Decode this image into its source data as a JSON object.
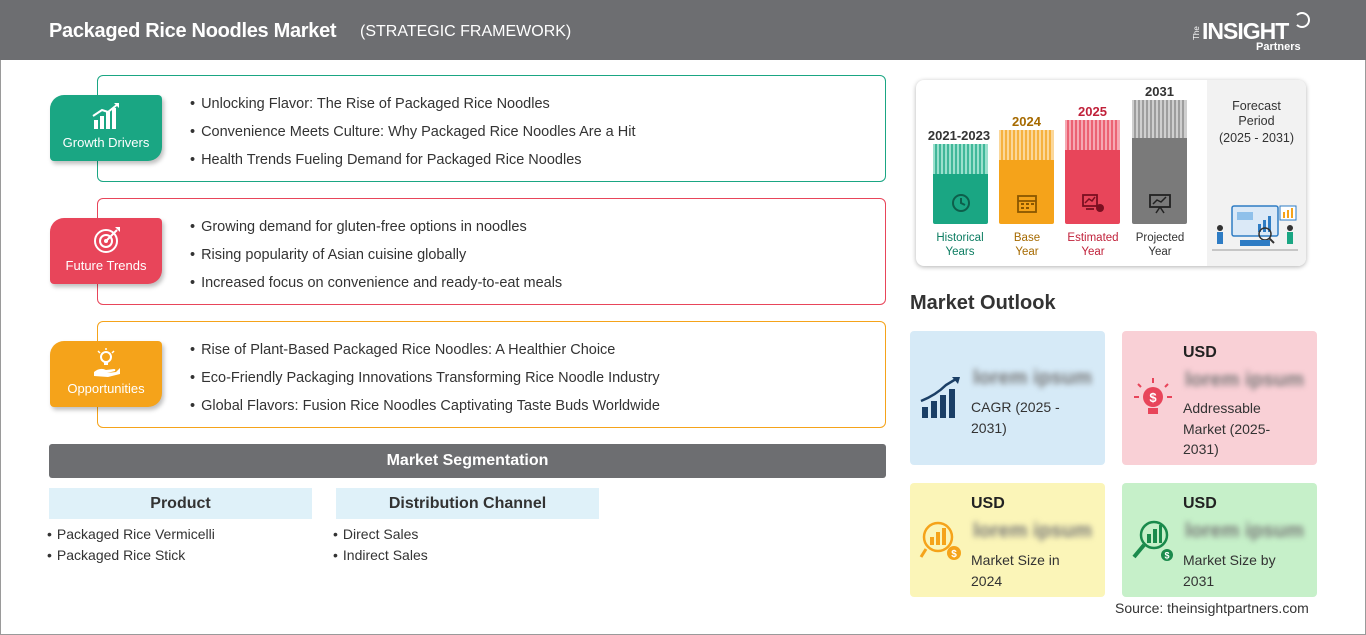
{
  "header": {
    "title": "Packaged Rice Noodles Market",
    "subtitle": "(STRATEGIC FRAMEWORK)",
    "logo_the": "The",
    "logo_insight": "INSIGHT",
    "logo_partners": "Partners"
  },
  "sections": [
    {
      "label": "Growth Drivers",
      "icon": "growth-chart-icon",
      "color": "#1aa683",
      "items": [
        "Unlocking Flavor: The Rise of Packaged Rice Noodles",
        "Convenience Meets Culture: Why Packaged Rice Noodles Are a Hit",
        "Health Trends Fueling Demand for Packaged Rice Noodles"
      ]
    },
    {
      "label": "Future Trends",
      "icon": "target-icon",
      "color": "#e8455a",
      "items": [
        "Growing demand for gluten-free options in noodles",
        "Rising popularity of Asian cuisine globally",
        "Increased focus on convenience and ready-to-eat meals"
      ]
    },
    {
      "label": "Opportunities",
      "icon": "lightbulb-hand-icon",
      "color": "#f5a31a",
      "items": [
        "Rise of Plant-Based Packaged Rice Noodles: A Healthier Choice",
        "Eco-Friendly Packaging Innovations Transforming Rice Noodle Industry",
        "Global Flavors: Fusion Rice Noodles Captivating Taste Buds Worldwide"
      ]
    }
  ],
  "segmentation": {
    "title": "Market Segmentation",
    "columns": [
      {
        "heading": "Product",
        "items": [
          "Packaged Rice Vermicelli",
          "Packaged Rice Stick"
        ]
      },
      {
        "heading": "Distribution Channel",
        "items": [
          "Direct Sales",
          "Indirect Sales"
        ]
      }
    ]
  },
  "timeline": {
    "bars": [
      {
        "year": "2021-2023",
        "label_line1": "Historical",
        "label_line2": "Years",
        "color": "#1aa683",
        "year_color": "#1aa683"
      },
      {
        "year": "2024",
        "label_line1": "Base",
        "label_line2": "Year",
        "color": "#f5a31a",
        "year_color": "#b07000"
      },
      {
        "year": "2025",
        "label_line1": "Estimated",
        "label_line2": "Year",
        "color": "#e8455a",
        "year_color": "#c0213a"
      },
      {
        "year": "2031",
        "label_line1": "Projected",
        "label_line2": "Year",
        "color": "#7a7a7a",
        "year_color": "#333333"
      }
    ],
    "forecast_line1": "Forecast",
    "forecast_line2": "Period",
    "forecast_line3": "(2025 - 2031)"
  },
  "outlook": {
    "title": "Market Outlook",
    "cards": [
      {
        "usd": "",
        "value": "lorem ipsum",
        "desc_line1": "CAGR (2025 -",
        "desc_line2": "2031)",
        "desc_line3": "",
        "color": "#d6eaf7",
        "icon": "bar-growth-icon"
      },
      {
        "usd": "USD",
        "value": "lorem ipsum",
        "desc_line1": "Addressable",
        "desc_line2": "Market (2025-",
        "desc_line3": "2031)",
        "color": "#f9d0d6",
        "icon": "dollar-bulb-icon"
      },
      {
        "usd": "USD",
        "value": "lorem ipsum",
        "desc_line1": "Market Size in",
        "desc_line2": "2024",
        "desc_line3": "",
        "color": "#fbf5b8",
        "icon": "coin-chart-icon"
      },
      {
        "usd": "USD",
        "value": "lorem ipsum",
        "desc_line1": "Market Size by",
        "desc_line2": "2031",
        "desc_line3": "",
        "color": "#c6f0c9",
        "icon": "magnifier-chart-icon"
      }
    ]
  },
  "source": "Source: theinsightpartners.com"
}
